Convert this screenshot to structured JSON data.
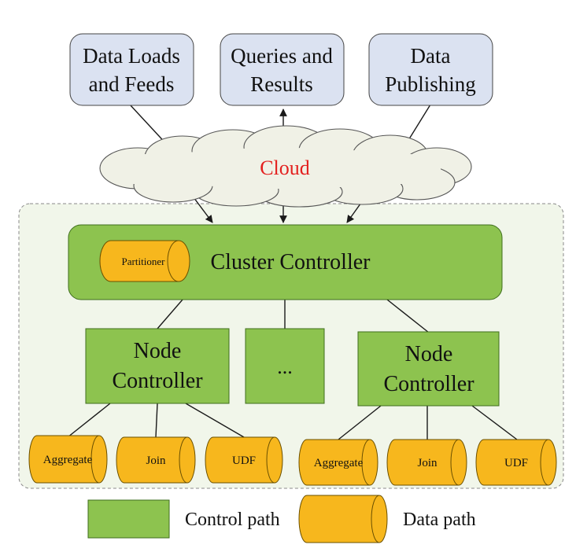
{
  "top_boxes": [
    {
      "line1": "Data Loads",
      "line2": "and Feeds"
    },
    {
      "line1": "Queries and",
      "line2": "Results"
    },
    {
      "line1": "Data",
      "line2": "Publishing"
    }
  ],
  "cloud": {
    "label": "Cloud"
  },
  "cluster_controller": {
    "label": "Cluster Controller",
    "partitioner": "Partitioner"
  },
  "node_controllers": [
    {
      "line1": "Node",
      "line2": "Controller"
    },
    {
      "line1": "Node",
      "line2": "Controller"
    }
  ],
  "ellipsis_box": {
    "label": "..."
  },
  "operators": [
    {
      "label": "Aggregate"
    },
    {
      "label": "Join"
    },
    {
      "label": "UDF"
    },
    {
      "label": "Aggregate"
    },
    {
      "label": "Join"
    },
    {
      "label": "UDF"
    }
  ],
  "legend": {
    "control": "Control path",
    "data": "Data path"
  },
  "colors": {
    "control_green": "#8dc34f",
    "data_orange": "#f7b71d",
    "top_box_fill": "#dbe2f1",
    "cluster_bg": "#f1f6ea",
    "cloud_fill": "#f0f1e6",
    "cloud_text": "#e3211f"
  }
}
